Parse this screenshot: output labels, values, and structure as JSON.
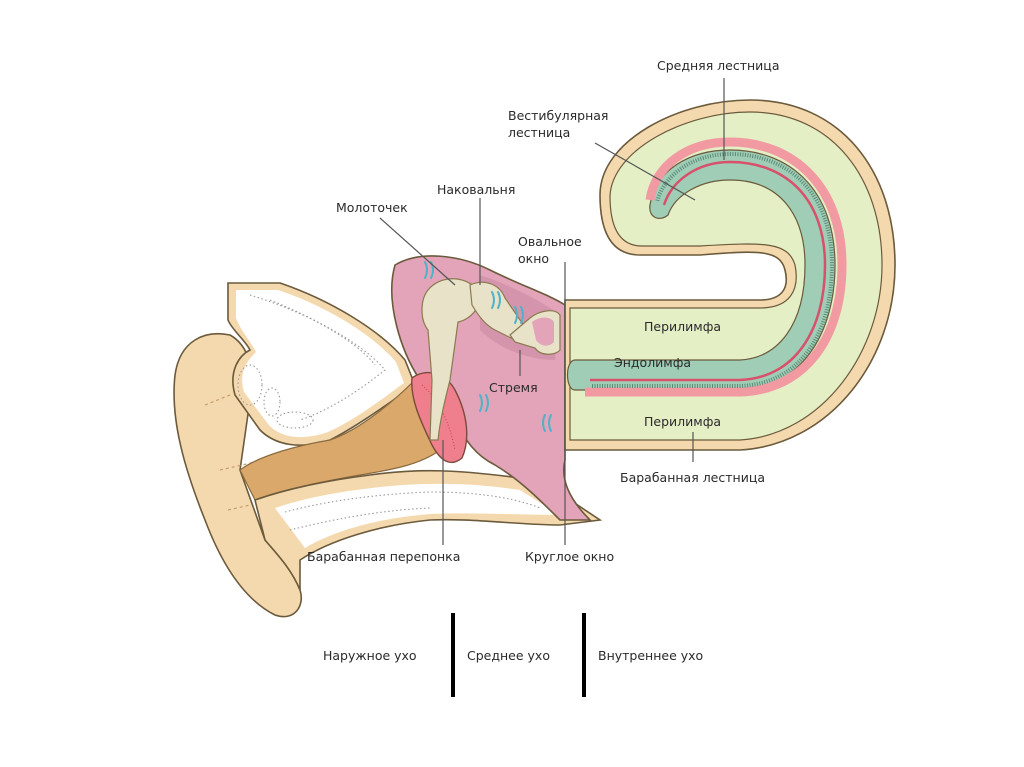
{
  "title": "Строение уха",
  "labels": {
    "middle_scala": "Средняя лестница",
    "vestibular_scala_line1": "Вестибулярная",
    "vestibular_scala_line2": "лестница",
    "incus": "Наковальня",
    "malleus": "Молоточек",
    "oval_window_line1": "Овальное",
    "oval_window_line2": "окно",
    "perilymph_top": "Перилимфа",
    "endolymph": "Эндолимфа",
    "stapes": "Стремя",
    "perilymph_bottom": "Перилимфа",
    "tympanic_scala": "Барабанная лестница",
    "eardrum": "Барабанная перепонка",
    "round_window": "Круглое окно"
  },
  "sections": [
    {
      "label": "Наружное ухо"
    },
    {
      "label": "Среднее ухо"
    },
    {
      "label": "Внутреннее ухо"
    }
  ],
  "colors": {
    "skin": "#f5d9ae",
    "canal": "#d9a86a",
    "bone_outline": "#6b5a3c",
    "middle_ear_pink": "#e3a3b8",
    "eardrum": "#f07f8e",
    "ossicles": "#e8e2c8",
    "perilymph": "#e4efc6",
    "endolymph": "#9fcdb5",
    "membrane_red": "#d9506c",
    "membrane_pink": "#f29aa2",
    "sound_wave": "#4fb3c8",
    "divider": "#000000"
  }
}
